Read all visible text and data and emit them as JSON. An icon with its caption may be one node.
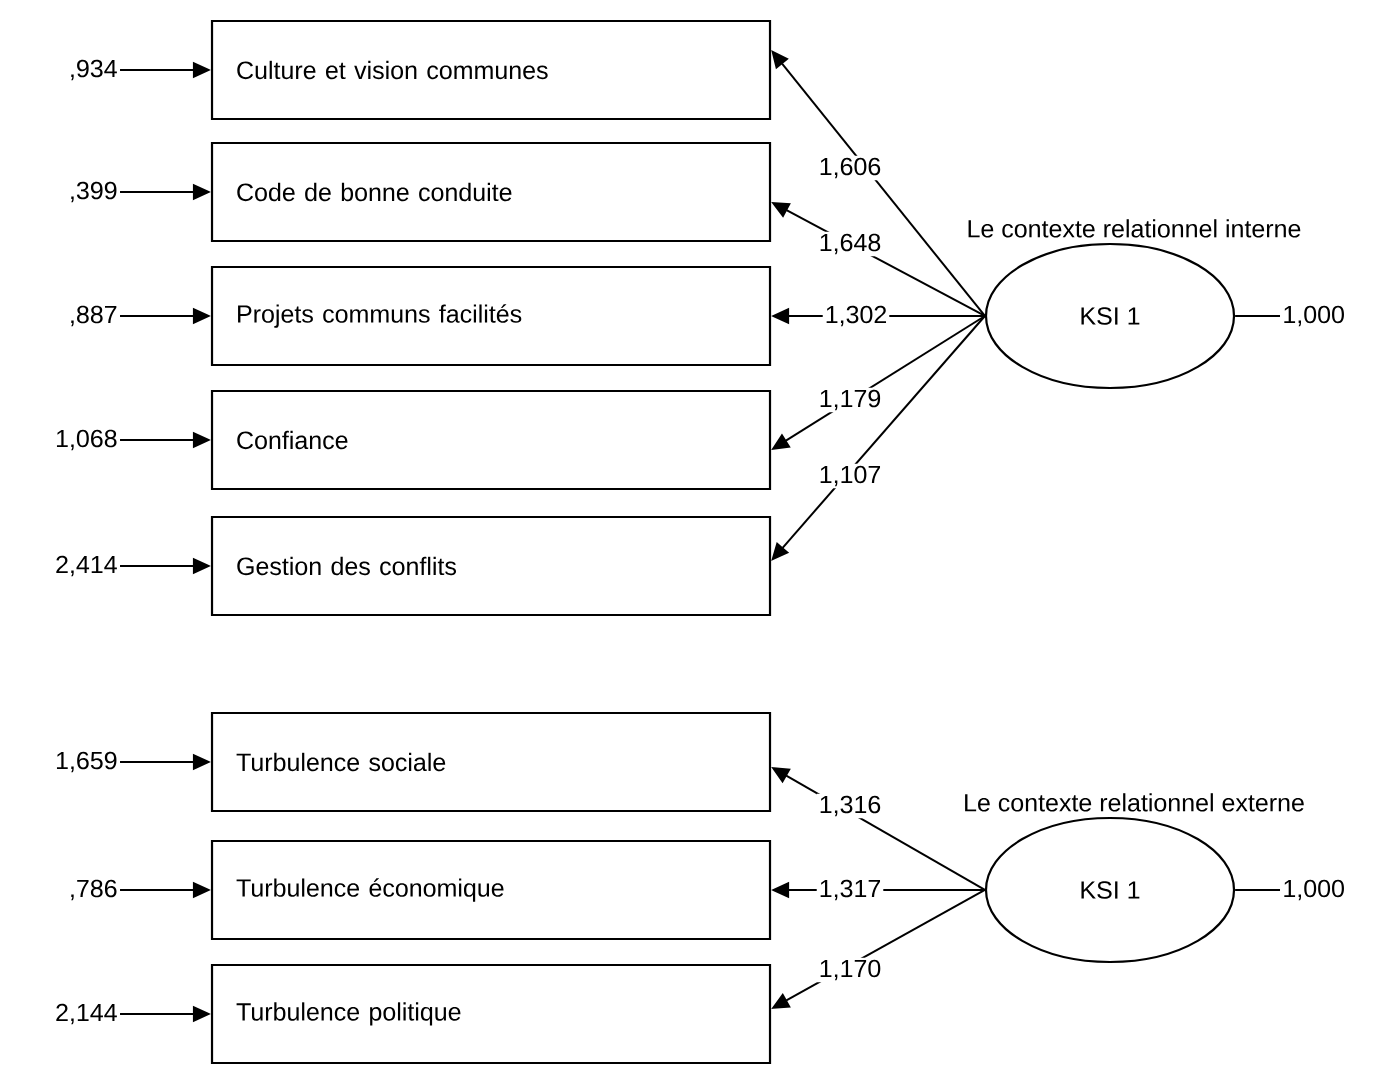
{
  "diagram": {
    "nodes": [
      {
        "text": [
          ",934"
        ]
      },
      {
        "text": [
          "Culture et vision communes"
        ]
      },
      {
        "text": [
          ",399"
        ]
      },
      {
        "text": [
          "Code de bonne conduite"
        ]
      },
      {
        "text": [
          ",887"
        ]
      },
      {
        "text": [
          "Projets communs facilités"
        ]
      },
      {
        "text": [
          "1,068"
        ]
      },
      {
        "text": [
          "Confiance"
        ]
      },
      {
        "text": [
          "2,414"
        ]
      },
      {
        "text": [
          "Gestion des conflits"
        ]
      },
      {
        "text": [
          "Le contexte relationnel interne",
          "KSI 1"
        ]
      },
      {
        "text": [
          "1,000"
        ]
      },
      {
        "text": [
          "1,659"
        ]
      },
      {
        "text": [
          "Turbulence sociale"
        ]
      },
      {
        "text": [
          ",786"
        ]
      },
      {
        "text": [
          "Turbulence économique"
        ]
      },
      {
        "text": [
          "2,144"
        ]
      },
      {
        "text": [
          "Turbulence politique"
        ]
      },
      {
        "text": [
          "Le contexte relationnel externe",
          "KSI 1"
        ]
      },
      {
        "text": [
          "1,000"
        ]
      }
    ],
    "edges": [
      {
        "from": 0,
        "to": 1,
        "arrow": "to"
      },
      {
        "from": 2,
        "to": 3,
        "arrow": "to"
      },
      {
        "from": 4,
        "to": 5,
        "arrow": "to"
      },
      {
        "from": 6,
        "to": 7,
        "arrow": "to"
      },
      {
        "from": 8,
        "to": 9,
        "arrow": "to"
      },
      {
        "from": 10,
        "to": 1,
        "arrow": "to",
        "label": "1,606"
      },
      {
        "from": 10,
        "to": 3,
        "arrow": "to",
        "label": "1,648"
      },
      {
        "from": 10,
        "to": 5,
        "arrow": "to",
        "label": "1,302"
      },
      {
        "from": 10,
        "to": 7,
        "arrow": "to",
        "label": "1,179"
      },
      {
        "from": 10,
        "to": 9,
        "arrow": "to",
        "label": "1,107"
      },
      {
        "from": 10,
        "to": 11,
        "arrow": "none"
      },
      {
        "from": 12,
        "to": 13,
        "arrow": "to"
      },
      {
        "from": 14,
        "to": 15,
        "arrow": "to"
      },
      {
        "from": 16,
        "to": 17,
        "arrow": "to"
      },
      {
        "from": 18,
        "to": 13,
        "arrow": "to",
        "label": "1,316"
      },
      {
        "from": 18,
        "to": 15,
        "arrow": "to",
        "label": "1,317"
      },
      {
        "from": 18,
        "to": 17,
        "arrow": "to",
        "label": "1,170"
      },
      {
        "from": 18,
        "to": 19,
        "arrow": "none"
      }
    ]
  }
}
